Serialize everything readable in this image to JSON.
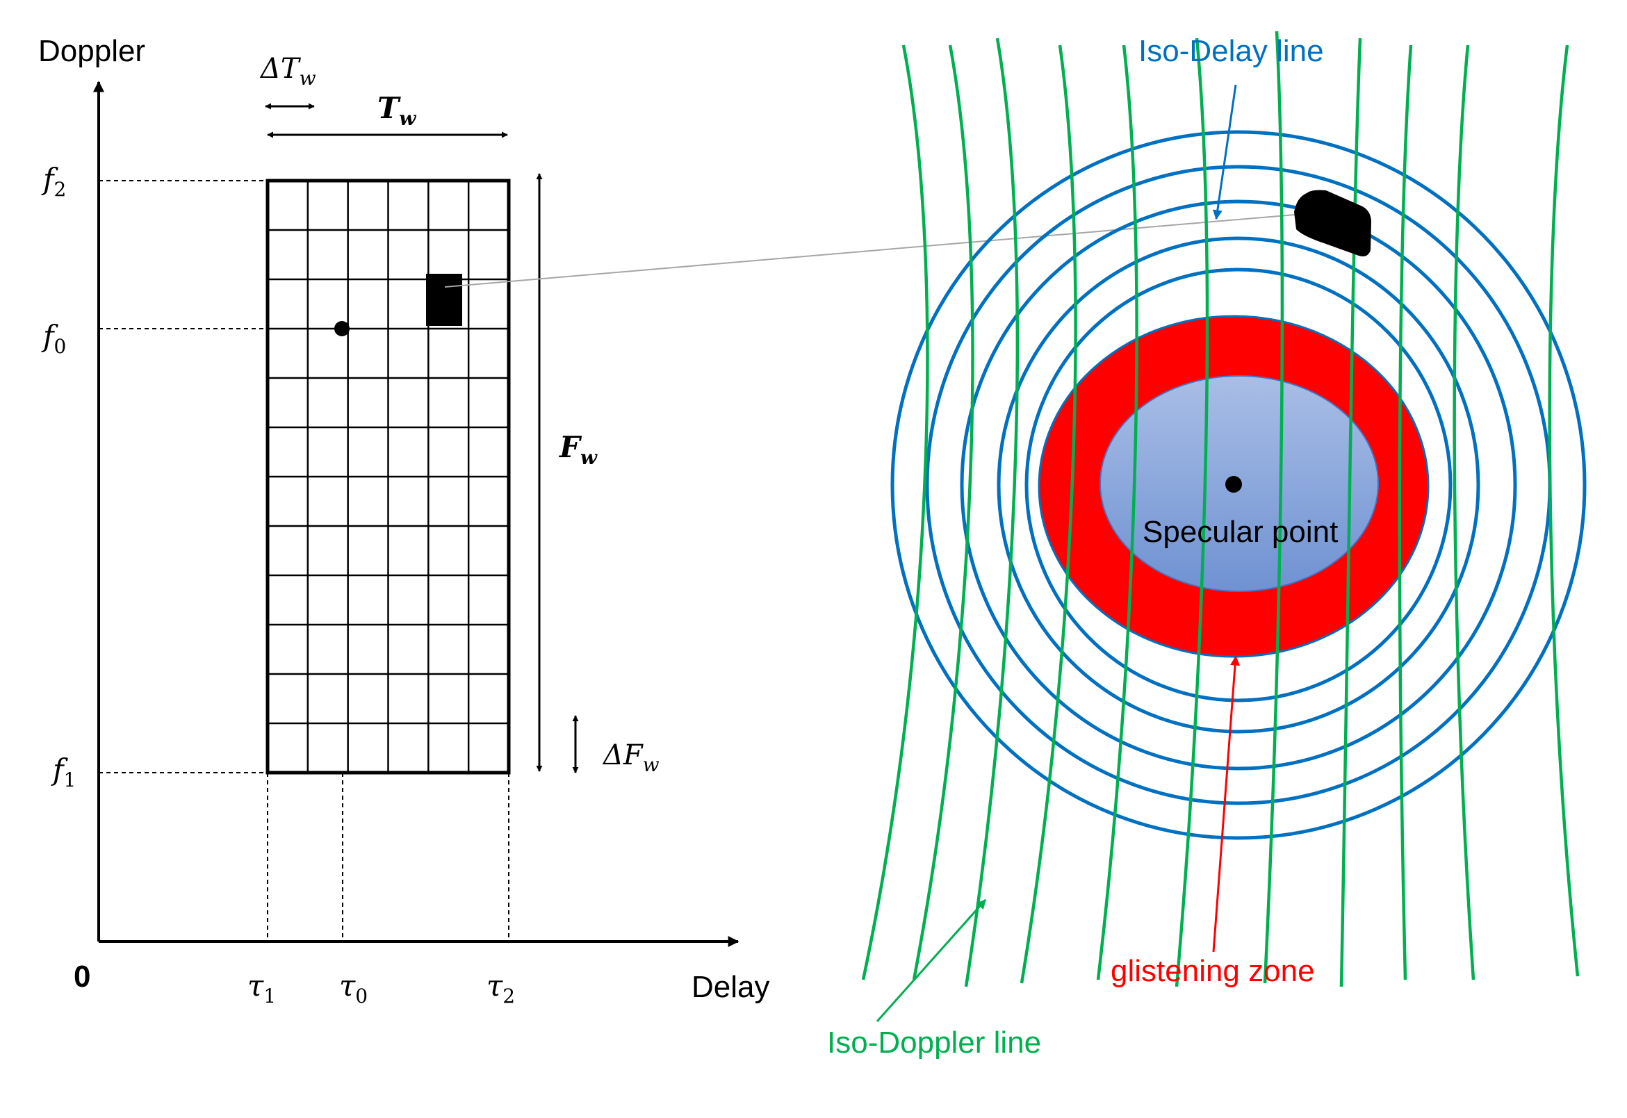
{
  "left_diagram": {
    "y_axis_label": "Doppler",
    "x_axis_label": "Delay",
    "origin_label": "0",
    "f2": {
      "base": "f",
      "sub": "2"
    },
    "f0": {
      "base": "f",
      "sub": "0"
    },
    "f1": {
      "base": "f",
      "sub": "1"
    },
    "tau1": {
      "base": "τ",
      "sub": "1"
    },
    "tau0": {
      "base": "τ",
      "sub": "0"
    },
    "tau2": {
      "base": "τ",
      "sub": "2"
    },
    "delta_tw": {
      "base": "ΔT",
      "sub": "w"
    },
    "tw": {
      "base": "T",
      "sub": "w"
    },
    "fw": {
      "base": "F",
      "sub": "w"
    },
    "delta_fw": {
      "base": "ΔF",
      "sub": "w"
    },
    "grid": {
      "columns": 6,
      "rows": 12,
      "highlighted_cell": {
        "col": 4,
        "row": 2
      }
    }
  },
  "right_diagram": {
    "iso_delay_label": "Iso-Delay line",
    "iso_doppler_label": "Iso-Doppler line",
    "glistening_label": "glistening zone",
    "specular_label": "Specular point"
  },
  "colors": {
    "iso_delay": "#0070C0",
    "iso_doppler": "#00B050",
    "glistening": "#FF0000",
    "specular_fill": "#8EA9DB",
    "grid": "#000000"
  }
}
